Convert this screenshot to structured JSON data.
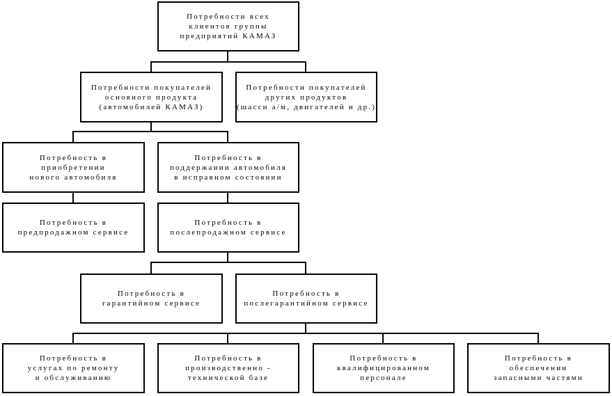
{
  "diagram": {
    "root": {
      "lines": [
        "Потребности всех",
        "клиентов группы",
        "предприятий КАМАЗ"
      ]
    },
    "level1": [
      {
        "lines": [
          "Потребности покупателей",
          "основного продукта",
          "(автомобилей КАМАЗ)"
        ]
      },
      {
        "lines": [
          "Потребности покупателей",
          "других продуктов",
          "(шасси а/м, двигателей и др.)"
        ]
      }
    ],
    "level2": [
      {
        "lines": [
          "Потребность в",
          "приобретении",
          "нового автомобиля"
        ]
      },
      {
        "lines": [
          "Потребность в",
          "поддержании автомобиля",
          "в исправном состоянии"
        ]
      }
    ],
    "level3": [
      {
        "lines": [
          "Потребность в",
          "предпродажном сервисе"
        ]
      },
      {
        "lines": [
          "Потребность в",
          "послепродажном сервисе"
        ]
      }
    ],
    "level4": [
      {
        "lines": [
          "Потребность в",
          "гарантийном сервисе"
        ]
      },
      {
        "lines": [
          "Потребность в",
          "послегарантийном сервисе"
        ]
      }
    ],
    "level5": [
      {
        "lines": [
          "Потребность в",
          "услугах по ремонту",
          "и обслуживанию"
        ]
      },
      {
        "lines": [
          "Потребность в",
          "производственно -",
          "технической базе"
        ]
      },
      {
        "lines": [
          "Потребность в",
          "квалифицированном",
          "персонале"
        ]
      },
      {
        "lines": [
          "Потребность в",
          "обеспечении",
          "запасными частями"
        ]
      }
    ]
  }
}
